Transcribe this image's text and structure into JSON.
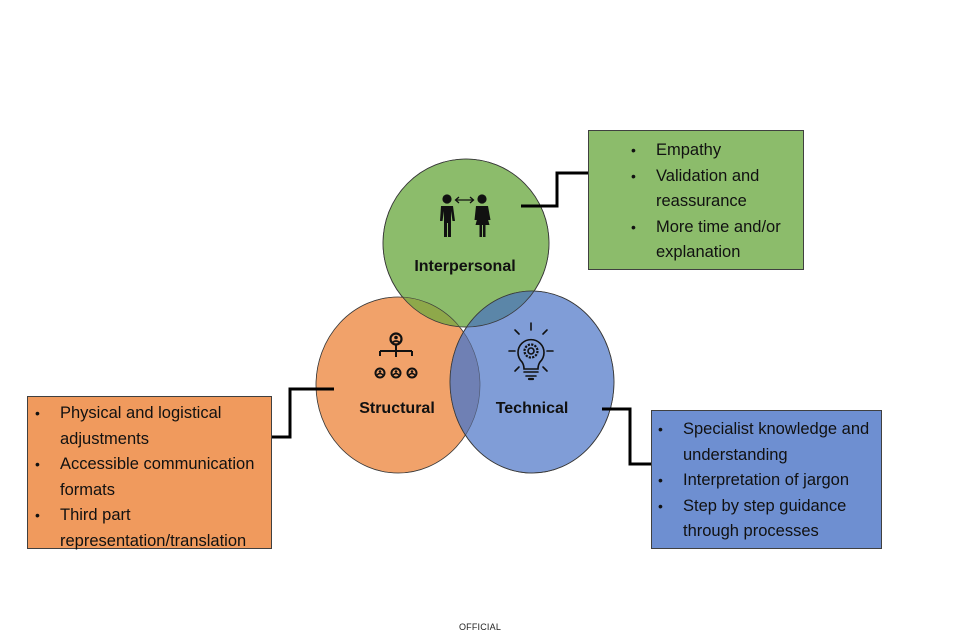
{
  "diagram": {
    "type": "venn",
    "circles": [
      {
        "id": "interpersonal",
        "label": "Interpersonal",
        "color": "#8cbc6b",
        "icon": "people-interaction-icon"
      },
      {
        "id": "structural",
        "label": "Structural",
        "color": "#f09a5d",
        "icon": "org-chart-icon"
      },
      {
        "id": "technical",
        "label": "Technical",
        "color": "#6e8fd1",
        "icon": "lightbulb-gear-icon"
      }
    ],
    "boxes": {
      "interpersonal": {
        "color": "#8cbc6b",
        "items": [
          "Empathy",
          "Validation and reassurance",
          "More time and/or explanation"
        ]
      },
      "structural": {
        "color": "#f09a5d",
        "items": [
          "Physical and logistical adjustments",
          "Accessible communication formats",
          "Third part representation/translation"
        ]
      },
      "technical": {
        "color": "#6e8fd1",
        "items": [
          "Specialist knowledge and understanding",
          "Interpretation of jargon",
          "Step by step guidance through processes"
        ]
      }
    }
  },
  "footer": {
    "classification": "OFFICIAL"
  }
}
